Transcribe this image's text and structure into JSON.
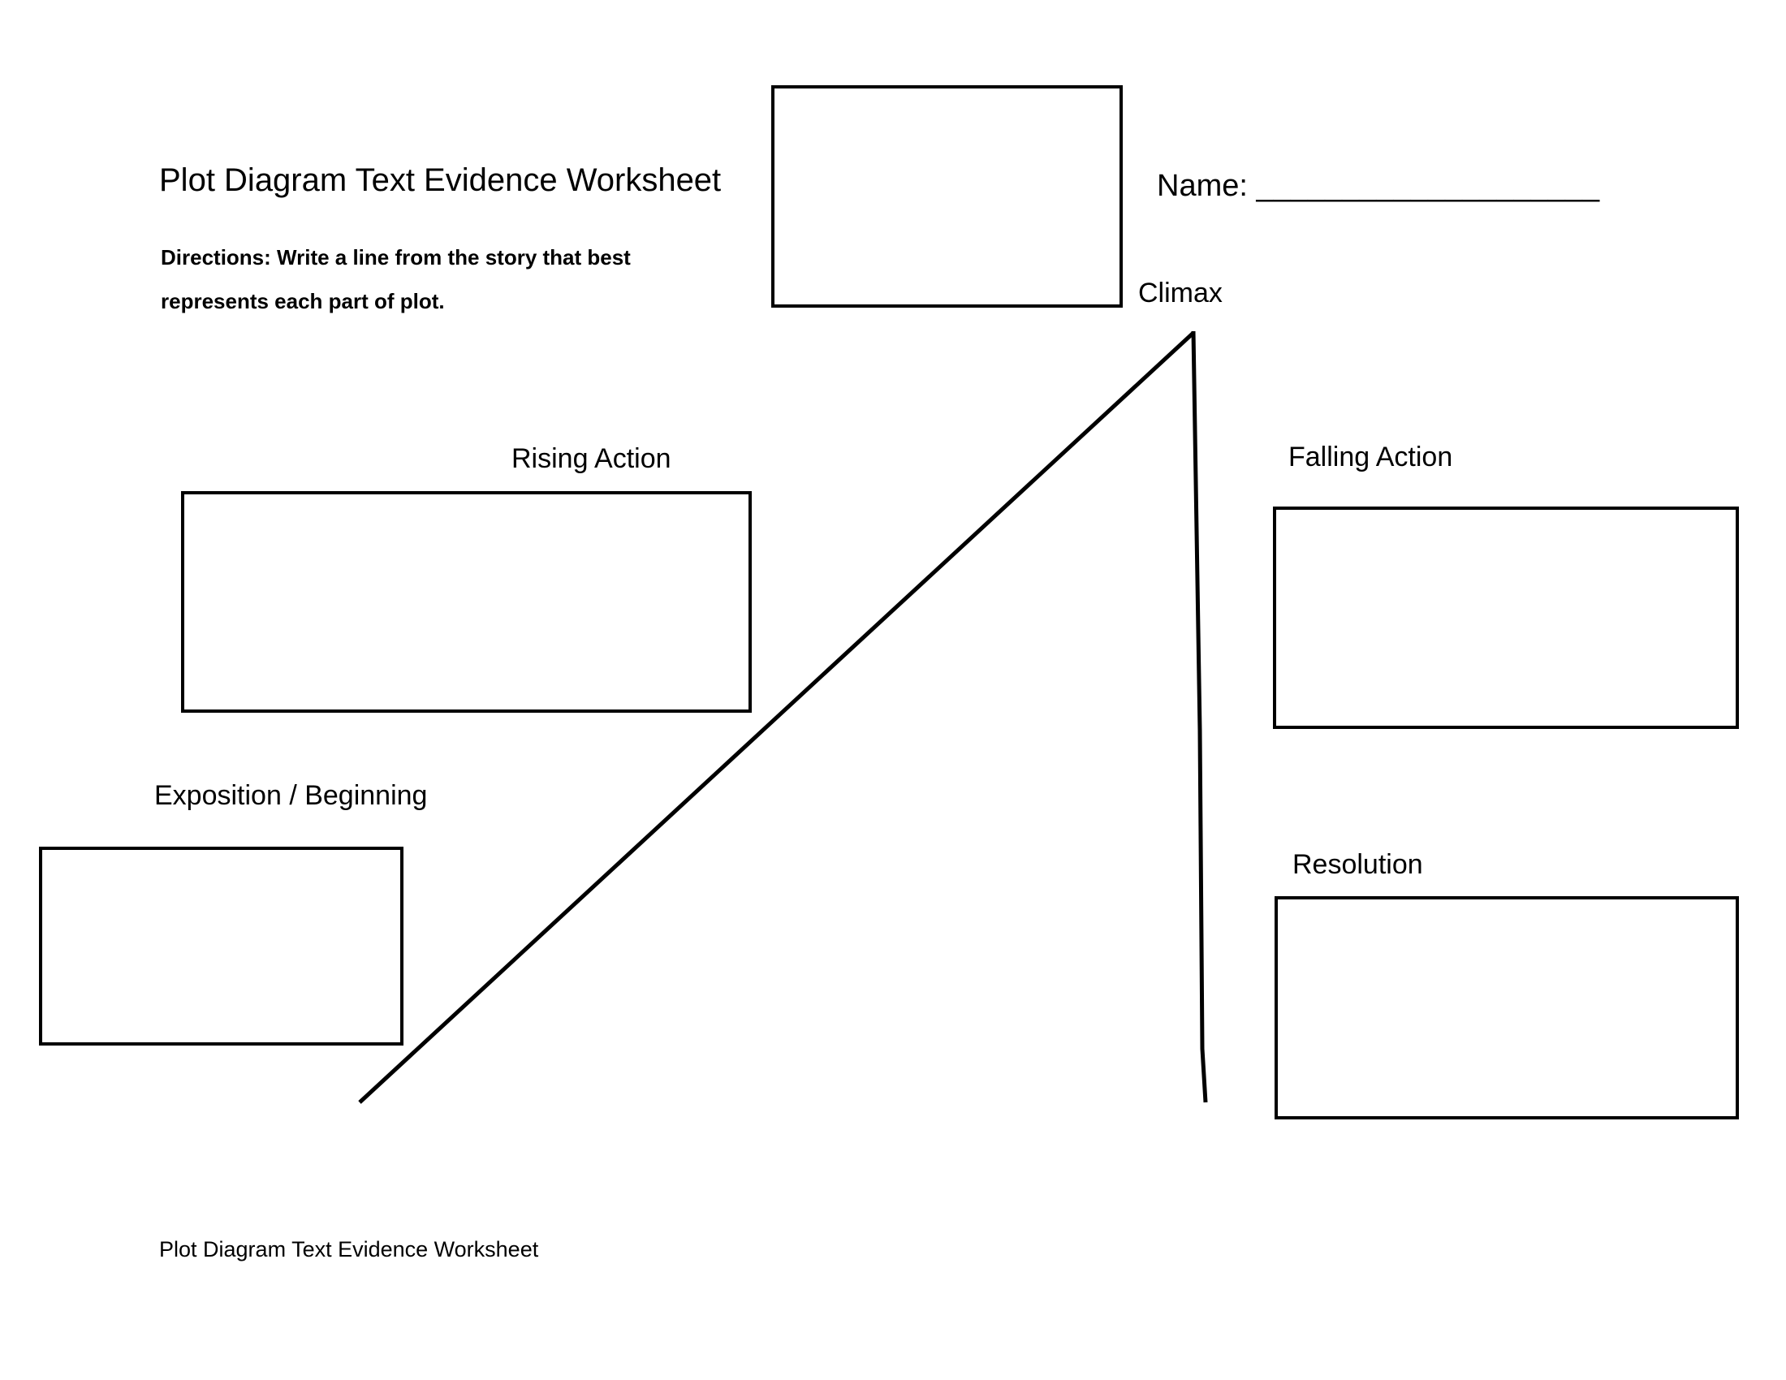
{
  "colors": {
    "ink": "#000000",
    "paper": "#ffffff"
  },
  "header": {
    "title": "Plot Diagram Text Evidence Worksheet",
    "directions_line1": "Directions: Write a line from the story that best",
    "directions_line2": "represents each part of plot.",
    "name_label": "Name:",
    "name_blank": "____________________"
  },
  "diagram": {
    "labels": {
      "exposition": "Exposition / Beginning",
      "rising_action": "Rising Action",
      "climax": "Climax",
      "falling_action": "Falling Action",
      "resolution": "Resolution"
    }
  },
  "footer": {
    "text": "Plot Diagram Text Evidence Worksheet"
  }
}
